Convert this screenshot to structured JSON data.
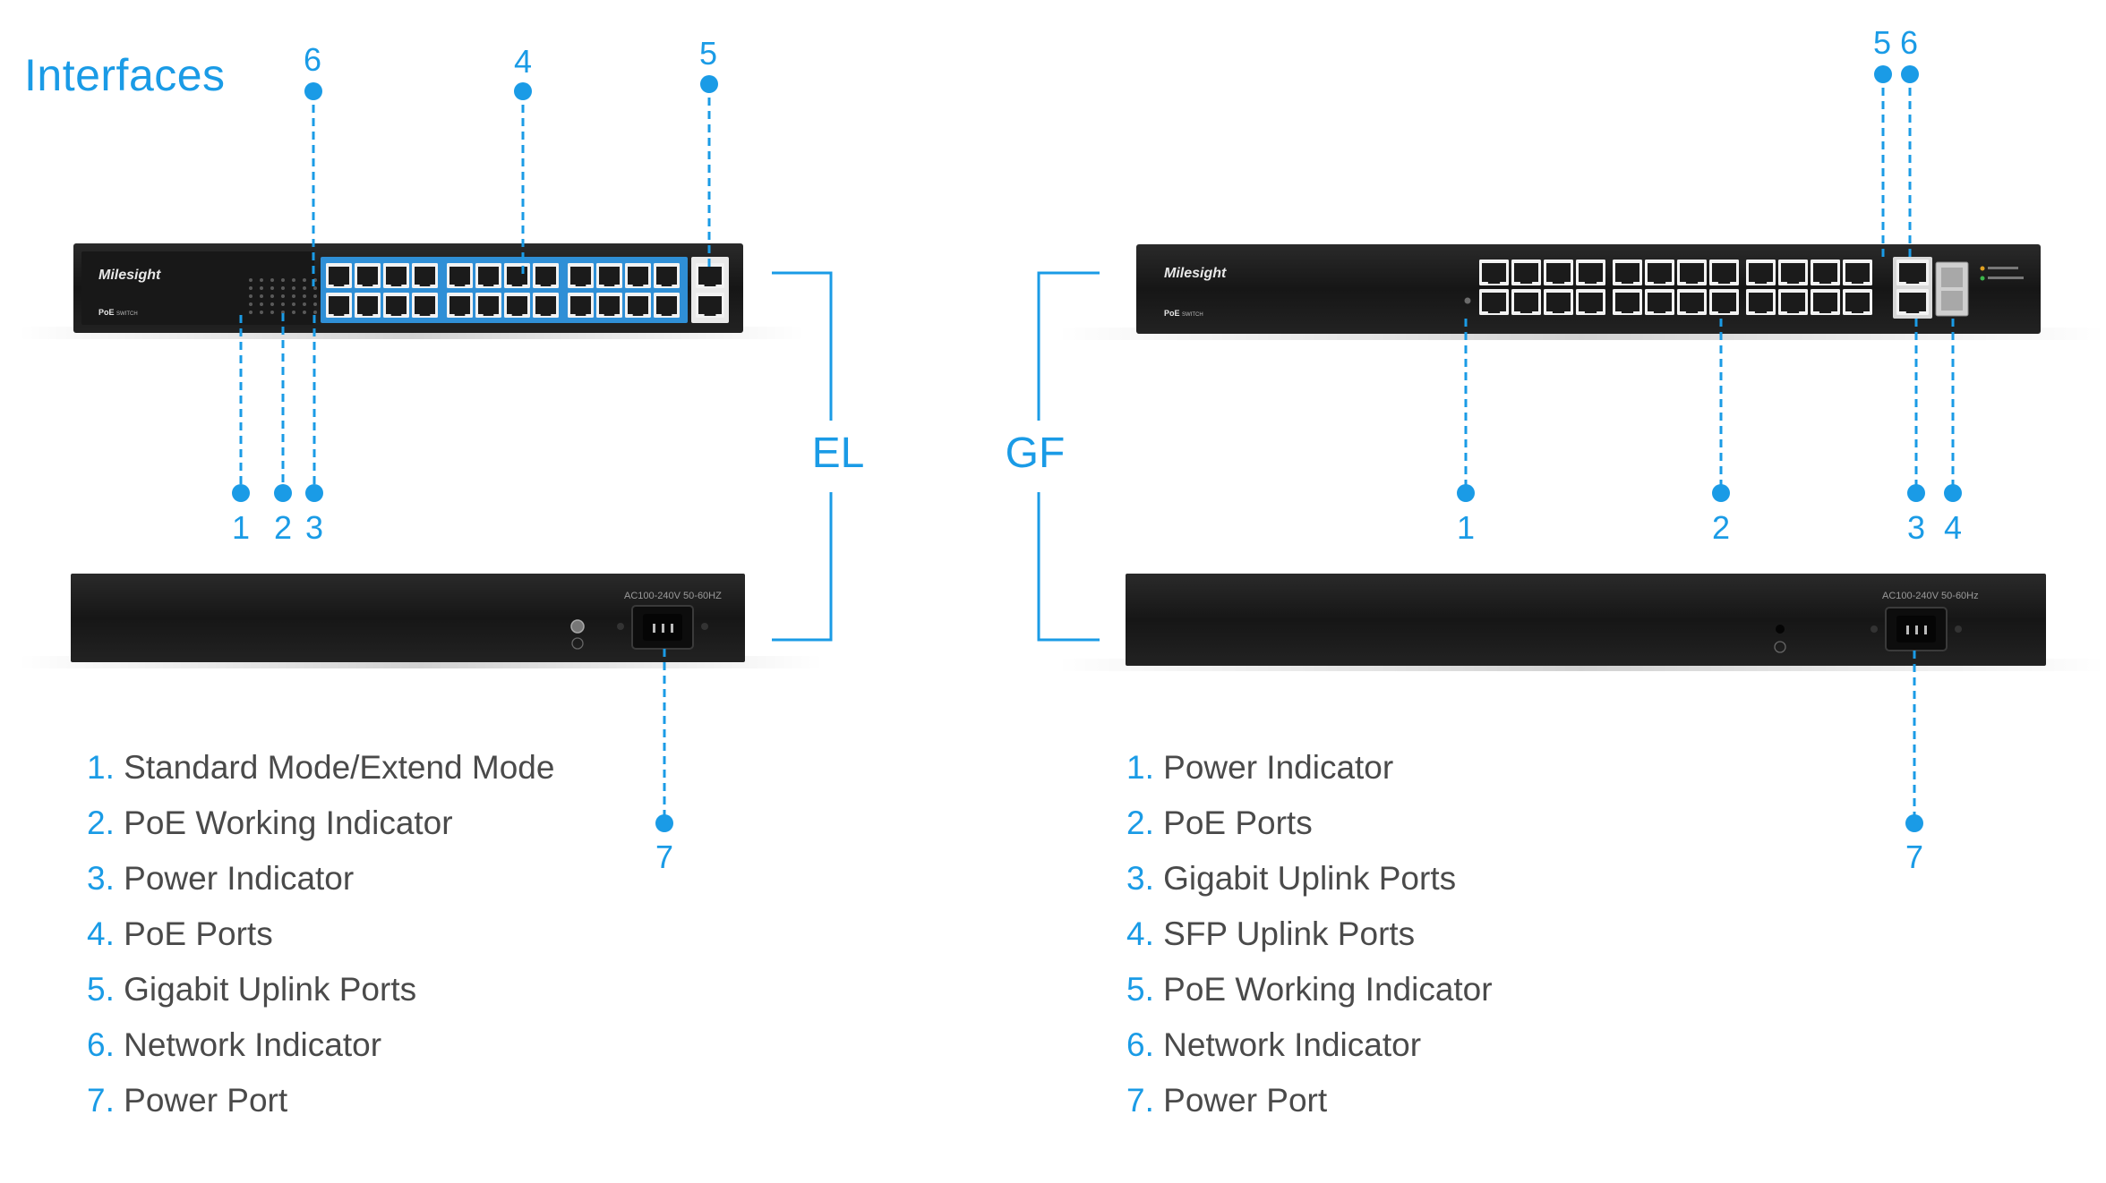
{
  "title": "Interfaces",
  "brand": "Milesight",
  "product_label": "PoE",
  "product_sublabel": "SWITCH",
  "power_rating_el": "AC100-240V  50-60HZ",
  "power_rating_gf": "AC100-240V  50-60Hz",
  "models": {
    "el": "EL",
    "gf": "GF"
  },
  "callouts_el": [
    "6",
    "4",
    "5",
    "1",
    "2",
    "3",
    "7"
  ],
  "callouts_gf": [
    "5",
    "6",
    "1",
    "2",
    "3",
    "4",
    "7"
  ],
  "legend_el": [
    {
      "num": "1.",
      "label": "Standard Mode/Extend Mode"
    },
    {
      "num": "2.",
      "label": "PoE Working Indicator"
    },
    {
      "num": "3.",
      "label": "Power Indicator"
    },
    {
      "num": "4.",
      "label": "PoE Ports"
    },
    {
      "num": "5.",
      "label": "Gigabit Uplink Ports"
    },
    {
      "num": "6.",
      "label": "Network Indicator"
    },
    {
      "num": "7.",
      "label": "Power Port"
    }
  ],
  "legend_gf": [
    {
      "num": "1.",
      "label": "Power Indicator"
    },
    {
      "num": "2.",
      "label": "PoE Ports"
    },
    {
      "num": "3.",
      "label": "Gigabit Uplink Ports"
    },
    {
      "num": "4.",
      "label": "SFP Uplink Ports"
    },
    {
      "num": "5.",
      "label": "PoE Working Indicator"
    },
    {
      "num": "6.",
      "label": "Network Indicator"
    },
    {
      "num": "7.",
      "label": "Power Port"
    }
  ],
  "colors": {
    "accent": "#1a9be6",
    "device": "#1c1c1c",
    "port_strip": "#2f8fd6",
    "text": "#4a4a4a"
  }
}
